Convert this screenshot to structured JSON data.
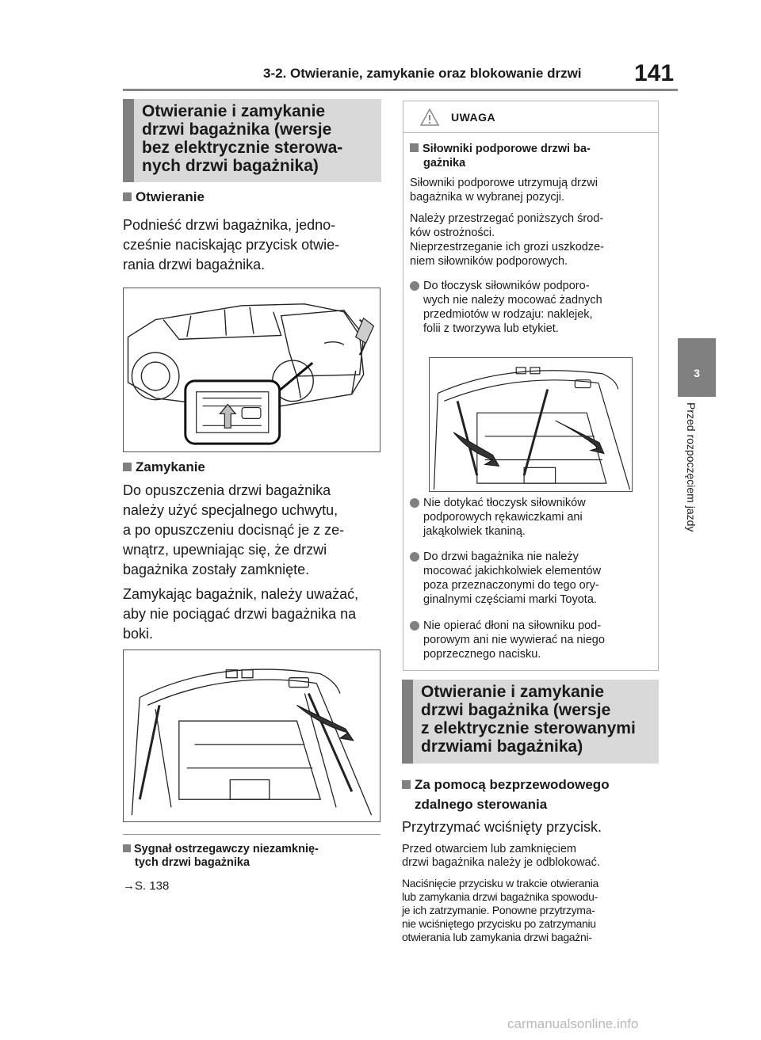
{
  "header": {
    "title": "3-2. Otwieranie, zamykanie oraz blokowanie drzwi",
    "page_number": "141"
  },
  "side_tab": {
    "number": "3",
    "label": "Przed rozpoczęciem jazdy"
  },
  "left": {
    "section_title": [
      "Otwieranie i zamykanie",
      "drzwi bagażnika (wersje",
      "bez elektrycznie sterowa-",
      "nych drzwi bagażnika)"
    ],
    "opening": {
      "heading": "Otwieranie",
      "text": [
        "Podnieść drzwi bagażnika, jedno-",
        "cześnie naciskając przycisk otwie-",
        "rania drzwi bagażnika."
      ]
    },
    "closing": {
      "heading": "Zamykanie",
      "text": [
        "Do opuszczenia drzwi bagażnika",
        "należy użyć specjalnego uchwytu,",
        "a po opuszczeniu docisnąć je z ze-",
        "wnątrz, upewniając się, że drzwi",
        "bagażnika zostały zamknięte."
      ],
      "text2": [
        "Zamykając bagażnik, należy uważać,",
        "aby nie pociągać drzwi bagażnika na",
        "boki."
      ]
    },
    "note": {
      "heading": [
        "Sygnał ostrzegawczy niezamknię-",
        "tych drzwi bagażnika"
      ],
      "ref": "→S. 138"
    }
  },
  "caution": {
    "title": "UWAGA",
    "subheading": [
      "Siłowniki podporowe drzwi ba-",
      "gażnika"
    ],
    "p1": [
      "Siłowniki podporowe utrzymują drzwi",
      "bagażnika w wybranej pozycji."
    ],
    "p2": [
      "Należy przestrzegać poniższych środ-",
      "ków ostrożności.",
      "Nieprzestrzeganie ich grozi uszkodze-",
      "niem siłowników podporowych."
    ],
    "bullets": [
      [
        "Do tłoczysk siłowników podporo-",
        "wych nie należy mocować żadnych",
        "przedmiotów w rodzaju: naklejek,",
        "folii z tworzywa lub etykiet."
      ],
      [
        "Nie dotykać tłoczysk siłowników",
        "podporowych rękawiczkami ani",
        "jakąkolwiek tkaniną."
      ],
      [
        "Do drzwi bagażnika nie należy",
        "mocować jakichkolwiek elementów",
        "poza przeznaczonymi do tego ory-",
        "ginalnymi częściami marki Toyota."
      ],
      [
        "Nie opierać dłoni na siłowniku pod-",
        "porowym ani nie wywierać na niego",
        "poprzecznego nacisku."
      ]
    ]
  },
  "right": {
    "section_title": [
      "Otwieranie i zamykanie",
      "drzwi bagażnika (wersje",
      "z elektrycznie sterowanymi",
      "drzwiami bagażnika)"
    ],
    "remote": {
      "heading": [
        "Za pomocą bezprzewodowego",
        "zdalnego sterowania"
      ],
      "text": "Przytrzymać wciśnięty przycisk.",
      "p1": [
        "Przed otwarciem lub zamknięciem",
        "drzwi bagażnika należy je odblokować."
      ],
      "p2": [
        "Naciśnięcie przycisku w trakcie otwierania",
        "lub zamykania drzwi bagażnika spowodu-",
        "je ich zatrzymanie. Ponowne przytrzyma-",
        "nie wciśniętego przycisku po zatrzymaniu",
        "otwierania lub zamykania drzwi bagażni-"
      ]
    }
  },
  "watermark": "carmanualsonline.info"
}
